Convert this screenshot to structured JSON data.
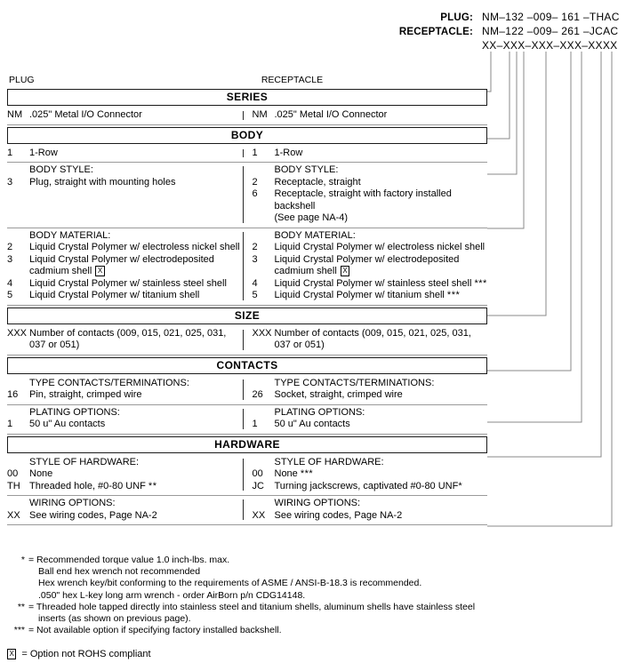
{
  "part_numbers": {
    "rows": [
      {
        "label": "PLUG:",
        "value": "NM–132 –009– 161 –THAC"
      },
      {
        "label": "RECEPTACLE:",
        "value": "NM–122 –009– 261 –JCAC"
      },
      {
        "label": "",
        "value": "XX–XXX–XXX–XXX–XXXX"
      }
    ]
  },
  "columns": {
    "left": "PLUG",
    "right": "RECEPTACLE"
  },
  "sections": {
    "series": {
      "title": "SERIES"
    },
    "body": {
      "title": "BODY"
    },
    "size": {
      "title": "SIZE"
    },
    "contacts": {
      "title": "CONTACTS"
    },
    "hardware": {
      "title": "HARDWARE"
    }
  },
  "groups": {
    "series": {
      "left": {
        "code": "NM",
        "desc": ".025\" Metal I/O Connector"
      },
      "right": {
        "code": "NM",
        "desc": ".025\" Metal I/O Connector"
      }
    },
    "body_row": {
      "left": {
        "code": "1",
        "desc": "1-Row"
      },
      "right": {
        "code": "1",
        "desc": "1-Row"
      }
    },
    "body_style": {
      "heading": "BODY STYLE:",
      "left": [
        {
          "code": "3",
          "desc": "Plug, straight with mounting holes"
        }
      ],
      "right": [
        {
          "code": "2",
          "desc": "Receptacle, straight"
        },
        {
          "code": "6",
          "desc": "Receptacle, straight with factory installed backshell"
        }
      ],
      "right_cont": "(See page NA-4)"
    },
    "body_material": {
      "heading": "BODY MATERIAL:",
      "left": [
        {
          "code": "2",
          "desc": "Liquid Crystal Polymer w/ electroless nickel shell",
          "rohs": false,
          "stars": ""
        },
        {
          "code": "3",
          "desc": "Liquid Crystal Polymer w/ electrodeposited",
          "cont": "cadmium shell",
          "rohs": true,
          "stars": ""
        },
        {
          "code": "4",
          "desc": "Liquid Crystal Polymer w/ stainless steel shell",
          "rohs": false,
          "stars": ""
        },
        {
          "code": "5",
          "desc": "Liquid Crystal Polymer w/ titanium shell",
          "rohs": false,
          "stars": ""
        }
      ],
      "right": [
        {
          "code": "2",
          "desc": "Liquid Crystal Polymer w/ electroless nickel shell",
          "rohs": false,
          "stars": ""
        },
        {
          "code": "3",
          "desc": "Liquid Crystal Polymer w/ electrodeposited",
          "cont": "cadmium shell",
          "rohs": true,
          "stars": ""
        },
        {
          "code": "4",
          "desc": "Liquid Crystal Polymer w/ stainless steel shell",
          "rohs": false,
          "stars": "***"
        },
        {
          "code": "5",
          "desc": "Liquid Crystal Polymer w/ titanium shell",
          "rohs": false,
          "stars": "***"
        }
      ]
    },
    "size": {
      "left": {
        "code": "XXX",
        "desc": "Number of contacts (009, 015, 021, 025, 031,",
        "cont": "037 or 051)"
      },
      "right": {
        "code": "XXX",
        "desc": "Number of contacts (009, 015, 021, 025, 031,",
        "cont": "037 or 051)"
      }
    },
    "contact_type": {
      "heading": "TYPE CONTACTS/TERMINATIONS:",
      "left": {
        "code": "16",
        "desc": "Pin, straight, crimped wire"
      },
      "right": {
        "code": "26",
        "desc": "Socket, straight, crimped wire"
      }
    },
    "plating": {
      "heading": "PLATING OPTIONS:",
      "left": {
        "code": "1",
        "desc": "50 u\" Au contacts"
      },
      "right": {
        "code": "1",
        "desc": "50 u\" Au contacts"
      }
    },
    "hardware_style": {
      "heading": "STYLE OF HARDWARE:",
      "left": [
        {
          "code": "00",
          "desc": "None",
          "stars": ""
        },
        {
          "code": "TH",
          "desc": "Threaded hole, #0-80 UNF",
          "stars": "**"
        }
      ],
      "right": [
        {
          "code": "00",
          "desc": "None",
          "stars": "***"
        },
        {
          "code": "JC",
          "desc": "Turning jackscrews, captivated #0-80 UNF*",
          "stars": ""
        }
      ]
    },
    "wiring": {
      "heading": "WIRING OPTIONS:",
      "left": {
        "code": "XX",
        "desc": "See wiring codes, Page NA-2"
      },
      "right": {
        "code": "XX",
        "desc": "See wiring codes, Page NA-2"
      }
    }
  },
  "footnotes": [
    {
      "marker": "*",
      "lines": [
        "= Recommended torque value 1.0 inch-lbs. max.",
        "Ball end hex wrench not recommended",
        "Hex wrench key/bit conforming to the requirements of ASME / ANSI-B-18.3 is recommended.",
        ".050\" hex L-key long arm wrench - order AirBorn p/n CDG14148."
      ]
    },
    {
      "marker": "**",
      "lines": [
        "= Threaded hole tapped directly into stainless steel and titanium shells, aluminum shells have stainless steel",
        "inserts (as shown on previous page)."
      ]
    },
    {
      "marker": "***",
      "lines": [
        "= Not available option if specifying factory installed backshell."
      ]
    }
  ],
  "rohs_note": "= Option not ROHS compliant"
}
